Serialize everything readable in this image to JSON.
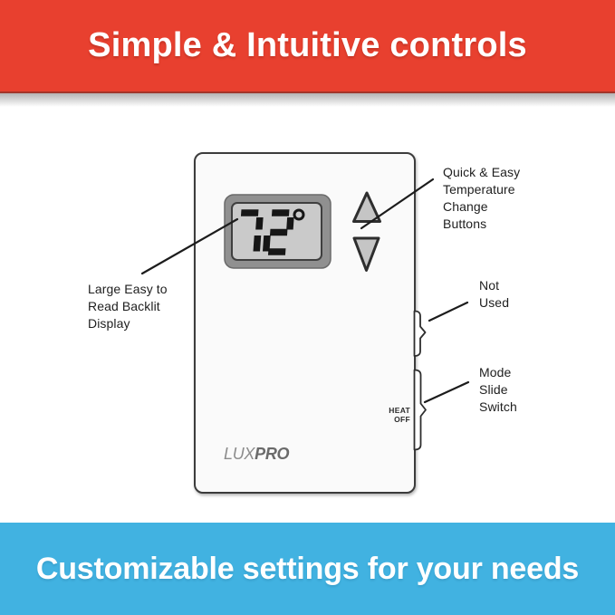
{
  "banners": {
    "top": {
      "label": "Simple & Intuitive controls"
    },
    "bottom": {
      "label": "Customizable settings for your needs"
    }
  },
  "thermostat": {
    "brand_prefix": "LUX",
    "brand_suffix": "PRO",
    "display_value": "72",
    "degree_symbol": "°",
    "side_labels": {
      "heat": "HEAT",
      "off": "OFF"
    }
  },
  "annotations": {
    "buttons": "Quick & Easy\nTemperature\nChange\nButtons",
    "not_used": "Not\nUsed",
    "mode_switch": "Mode\nSlide\nSwitch",
    "display": "Large Easy to\nRead Backlit\nDisplay"
  },
  "colors": {
    "banner_top_bg": "#e8402f",
    "banner_bottom_bg": "#41b2e1",
    "banner_text": "#ffffff",
    "annotation_text": "#1e1e1e",
    "leader_line": "#1c1c1c",
    "device_fill": "#fafafa",
    "device_outline": "#3c3c3c",
    "bezel_fill": "#909090",
    "screen_fill": "#cacaca",
    "segment_color": "#161616",
    "button_fill": "#c5c5c5",
    "brand_color": "#7d7d7d"
  }
}
